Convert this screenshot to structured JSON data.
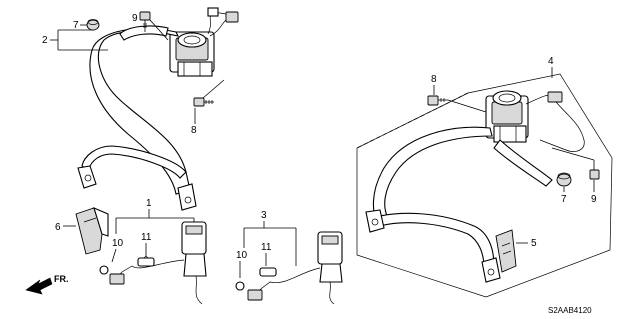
{
  "callouts": {
    "c1": "1",
    "c2": "2",
    "c3": "3",
    "c4": "4",
    "c5": "5",
    "c6": "6",
    "c7a": "7",
    "c7b": "7",
    "c8a": "8",
    "c8b": "8",
    "c9a": "9",
    "c9b": "9",
    "c10a": "10",
    "c10b": "10",
    "c11a": "11",
    "c11b": "11"
  },
  "direction_label": "FR.",
  "diagram_code": "S2AAB4120"
}
